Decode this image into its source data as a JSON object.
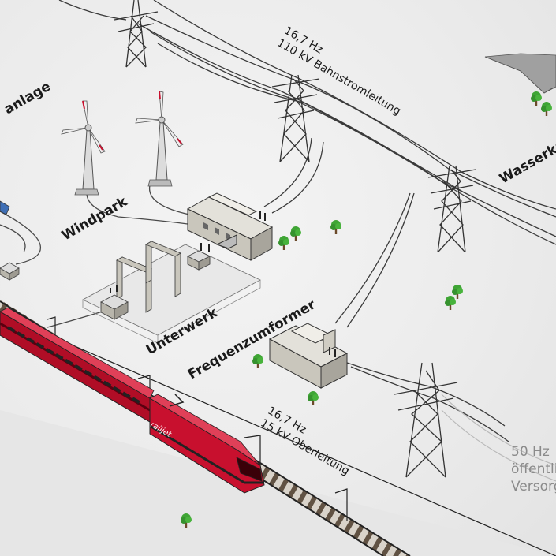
{
  "diagram": {
    "labels": {
      "solar": "anlage",
      "windpark": "Windpark",
      "unterwerk": "Unterwerk",
      "frequenzumformer": "Frequenzumformer",
      "wasserkraft": "Wasserkr"
    },
    "notes": {
      "bahnstrom": {
        "line1": "16,7 Hz",
        "line2": "110 kV Bahnstromleitung"
      },
      "oberleitung": {
        "line1": "16,7 Hz",
        "line2": "15 kV Oberleitung"
      },
      "public_grid": {
        "line1": "50 Hz",
        "line2": "öffentli",
        "line3": "Versorg"
      }
    },
    "train": {
      "livery_text": "railjet",
      "color": "#c8102e"
    },
    "colors": {
      "background": "#ececec",
      "wires": "#3a3a3a",
      "buildings": "#c9c6bc",
      "trees": "#3fa535",
      "train_red": "#c8102e"
    },
    "icons": [
      "pylon-icon",
      "wind-turbine-icon",
      "building-icon",
      "tree-icon",
      "train-icon",
      "solar-panel-icon"
    ]
  }
}
